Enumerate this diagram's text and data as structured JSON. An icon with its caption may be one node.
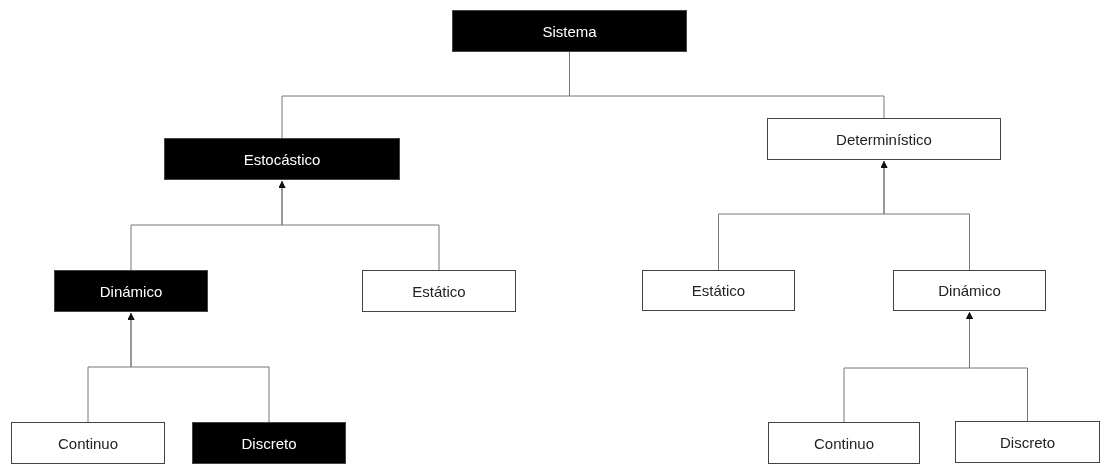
{
  "diagram": {
    "nodes": [
      {
        "text": [
          "Sistema"
        ]
      },
      {
        "text": [
          "Estocástico"
        ]
      },
      {
        "text": [
          "Determinístico"
        ]
      },
      {
        "text": [
          "Dinámico"
        ]
      },
      {
        "text": [
          "Estático"
        ]
      },
      {
        "text": [
          "Estático"
        ]
      },
      {
        "text": [
          "Dinámico"
        ]
      },
      {
        "text": [
          "Continuo"
        ]
      },
      {
        "text": [
          "Discreto"
        ]
      },
      {
        "text": [
          "Continuo"
        ]
      },
      {
        "text": [
          "Discreto"
        ]
      }
    ],
    "edges": [
      {
        "from": 0,
        "to": 1,
        "arrow": "none"
      },
      {
        "from": 0,
        "to": 2,
        "arrow": "none"
      },
      {
        "from": 3,
        "to": 1,
        "arrow": "to"
      },
      {
        "from": 4,
        "to": 1,
        "arrow": "to"
      },
      {
        "from": 5,
        "to": 2,
        "arrow": "to"
      },
      {
        "from": 6,
        "to": 2,
        "arrow": "to"
      },
      {
        "from": 7,
        "to": 3,
        "arrow": "to"
      },
      {
        "from": 8,
        "to": 3,
        "arrow": "to"
      },
      {
        "from": 9,
        "to": 6,
        "arrow": "to"
      },
      {
        "from": 10,
        "to": 6,
        "arrow": "to"
      }
    ]
  }
}
